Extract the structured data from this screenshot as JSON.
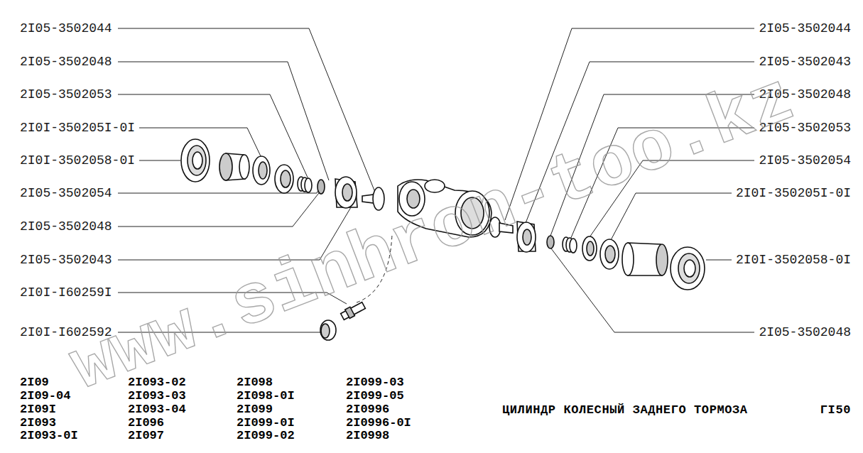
{
  "diagram": {
    "title": "ЦИЛИНДР КОЛЕСНЫЙ ЗАДНЕГО ТОРМОЗА",
    "labels": [
      "2I05-3502044",
      "2I05-3502048",
      "2I05-3502053",
      "2I0I-350205I-0I",
      "2I0I-3502058-0I",
      "2I05-3502054",
      "2I05-3502048",
      "2I05-3502043",
      "2I0I-I60259I",
      "2I0I-I602592",
      "2I05-3502044",
      "2I05-3502043",
      "2I05-3502048",
      "2I05-3502053",
      "2I05-3502054",
      "2I0I-350205I-0I",
      "2I0I-3502058-0I",
      "2I05-3502048",
      "2I09",
      "2I09-04",
      "2I09I",
      "2I093",
      "2I093-0I",
      "2I093-02",
      "2I093-03",
      "2I093-04",
      "2I096",
      "2I097",
      "2I098",
      "2I098-0I",
      "2I099",
      "2I099-0I",
      "2I099-02",
      "2I099-03",
      "2I099-05",
      "2I0996",
      "2I0996-0I",
      "2I0998",
      "ГI50",
      "www.sinhron-too.kz"
    ]
  }
}
